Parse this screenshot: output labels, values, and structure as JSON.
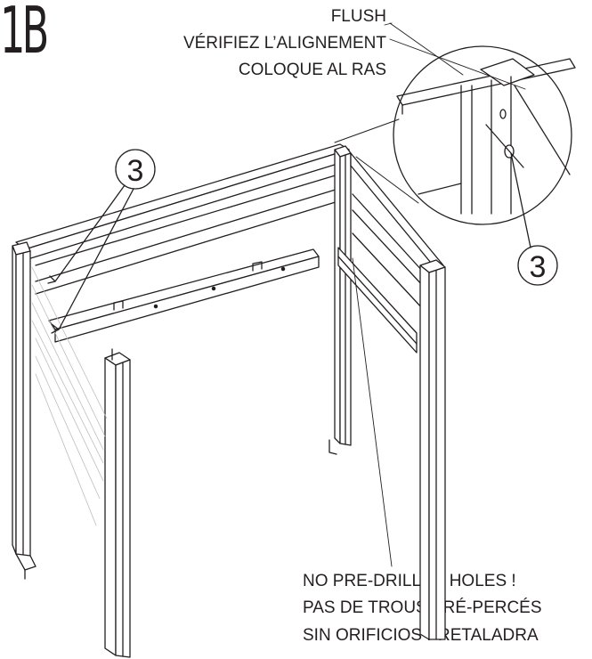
{
  "step_number": "1B",
  "flush_labels": [
    "FLUSH",
    "VÉRIFIEZ L’ALIGNEMENT",
    "COLOQUE AL RAS"
  ],
  "warning_labels": [
    "NO PRE-DRILLED HOLES !",
    "PAS DE TROUS PRÉ-PERCÉS",
    "SIN ORIFICIOS PRETALADRA"
  ],
  "callouts": [
    {
      "part_number": "3"
    },
    {
      "part_number": "3"
    }
  ],
  "colors": {
    "line": "#231f20",
    "fill": "#ffffff",
    "light": "#bdbdbd"
  }
}
